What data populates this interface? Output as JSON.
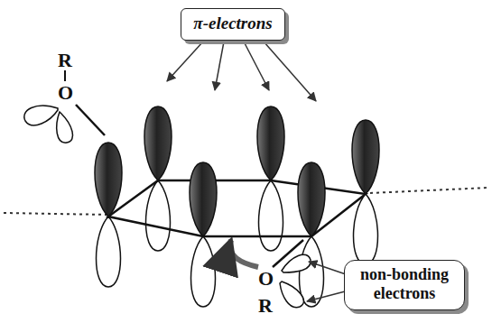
{
  "diagram": {
    "nodes": [
      {
        "text": [
          "π-electrons"
        ]
      },
      {
        "text": [
          "non-bonding electrons"
        ]
      }
    ],
    "labels": [
      "R",
      "O",
      "O",
      "R"
    ]
  }
}
